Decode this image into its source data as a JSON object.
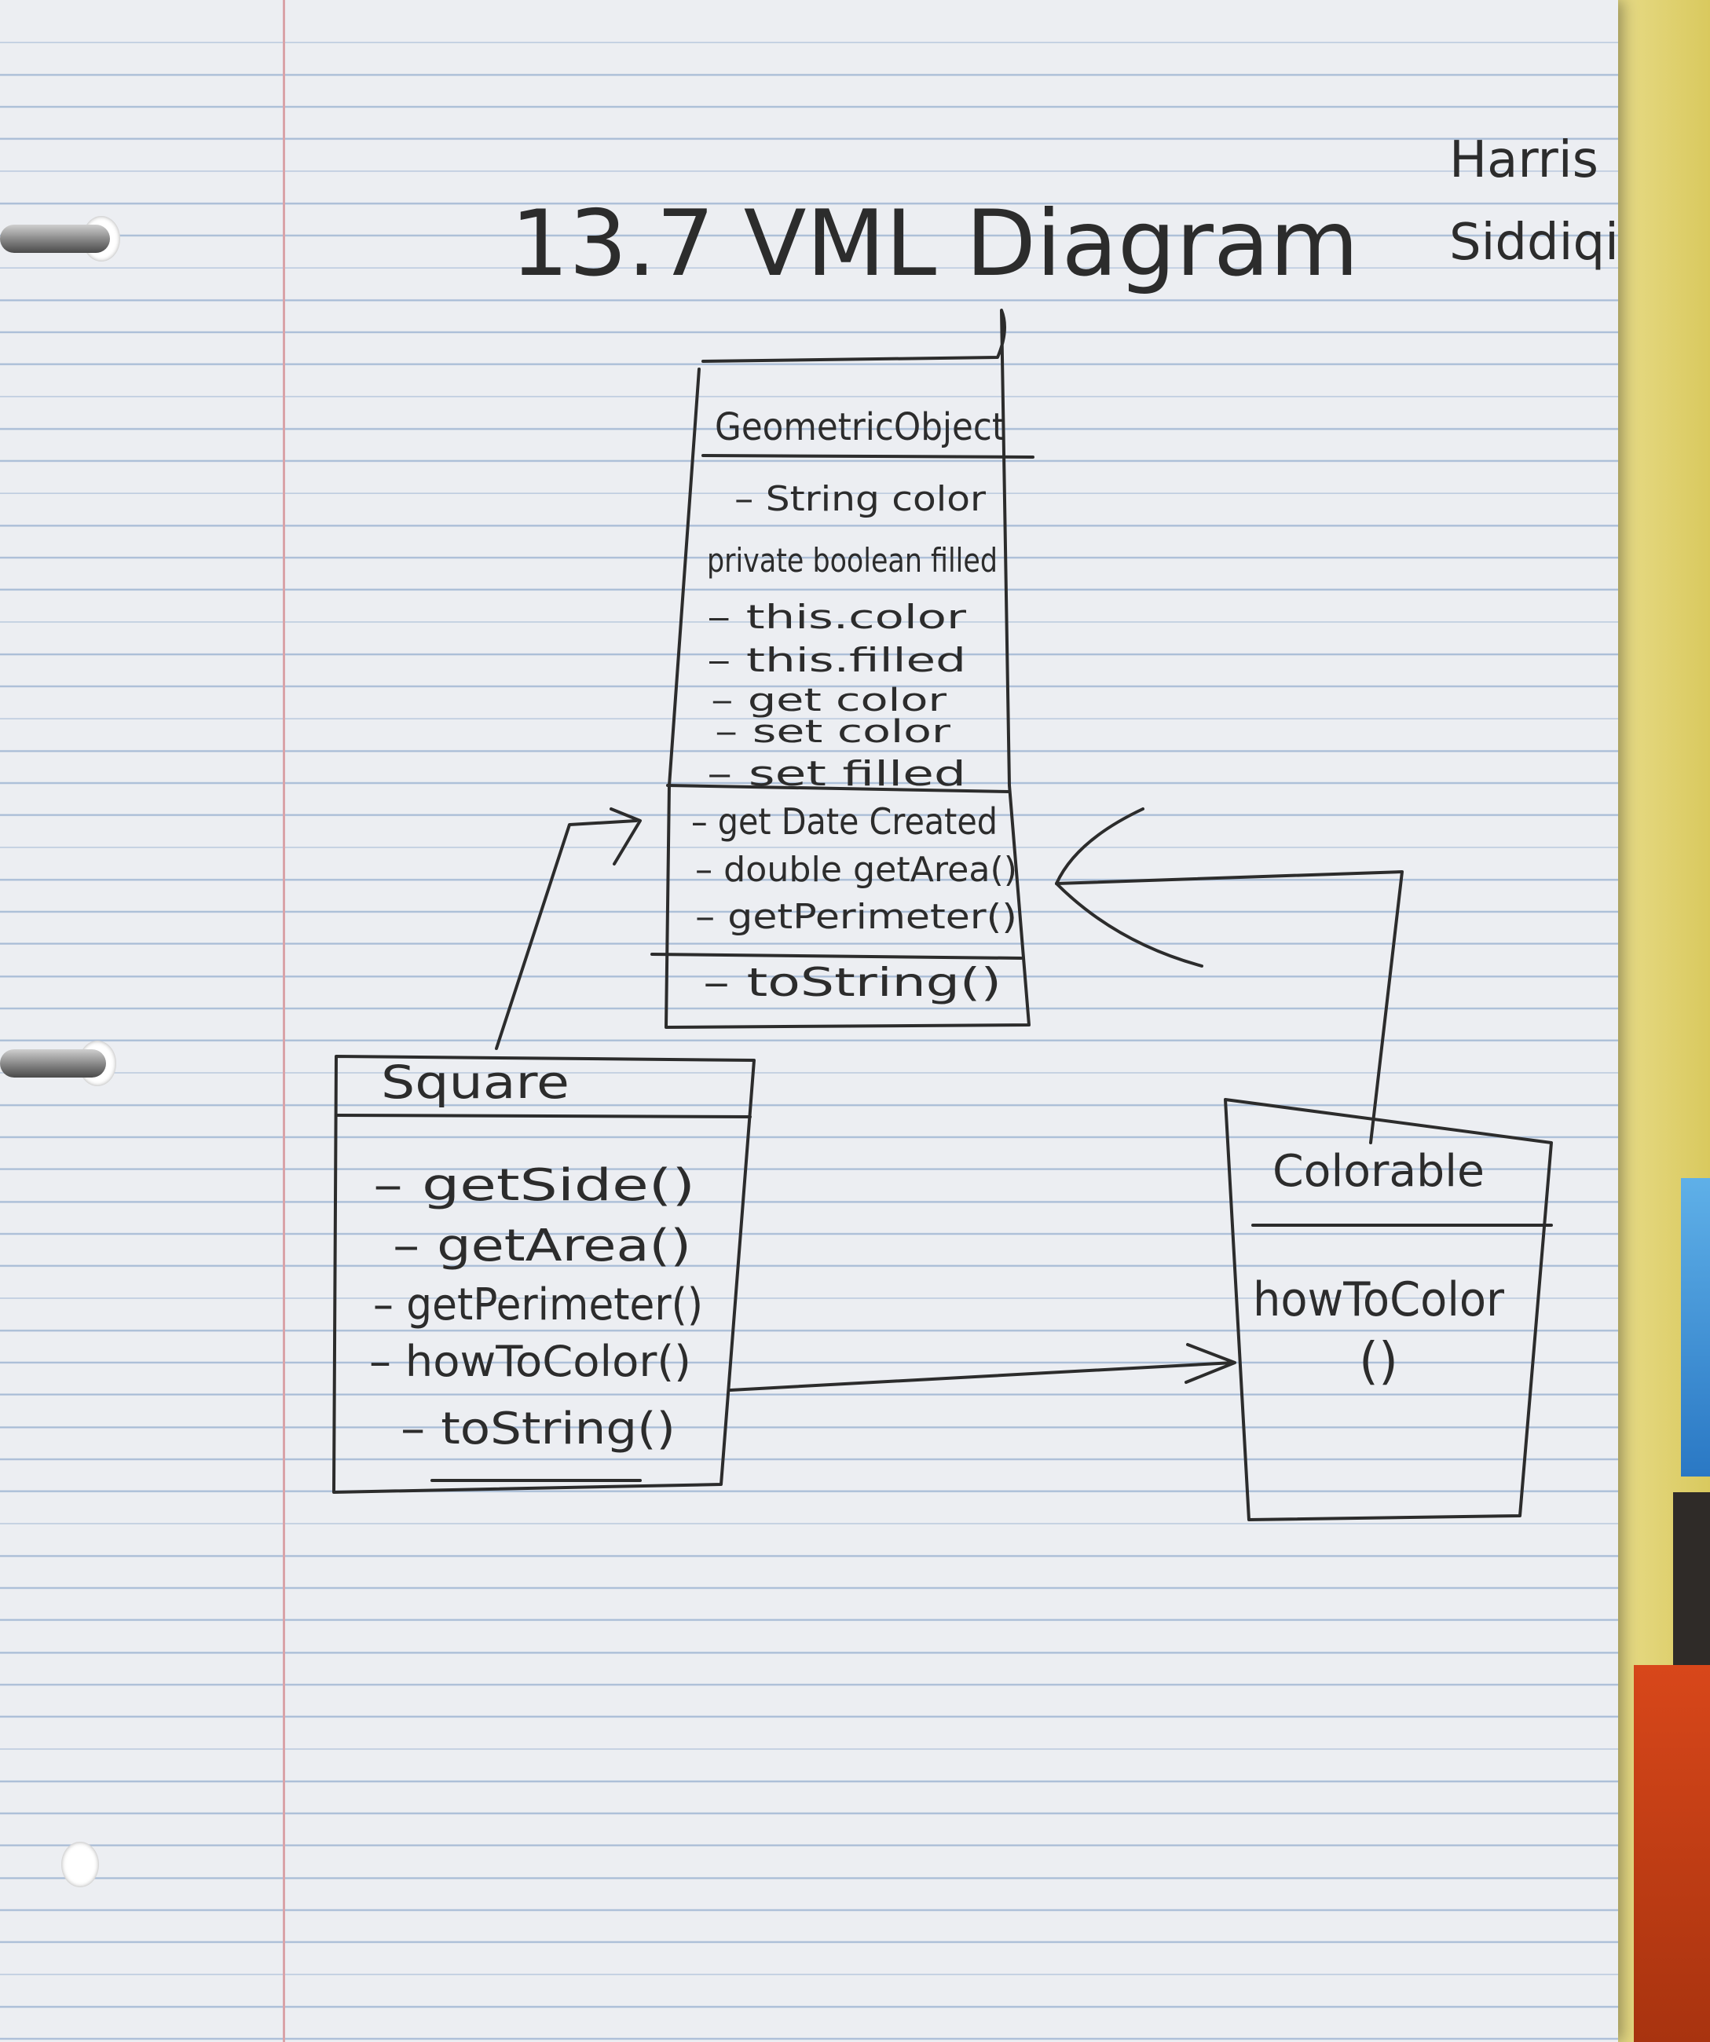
{
  "title": "13.7 VML Diagram",
  "author": [
    "Harris",
    "Siddiqi"
  ],
  "classes": {
    "geometric_object": {
      "name": "GeometricObject",
      "attributes": [
        "– String color",
        "private boolean filled"
      ],
      "methods": [
        "– this.color",
        "– this.filled",
        "– get color",
        "– set color",
        "– set filled",
        "– get Date Created",
        "– double getArea()",
        "– getPerimeter()",
        "– toString()"
      ]
    },
    "square": {
      "name": "Square",
      "methods": [
        "– getSide()",
        "– getArea()",
        "– getPerimeter()",
        "– howToColor()",
        "– toString()"
      ]
    },
    "colorable": {
      "name": "Colorable",
      "methods": [
        "howToColor",
        "()"
      ]
    }
  },
  "colors": {
    "ink": "#2c2c2c",
    "paper": "#eceef2",
    "rule_line": "#a8bcd6",
    "margin_line": "#d9a3a8"
  }
}
